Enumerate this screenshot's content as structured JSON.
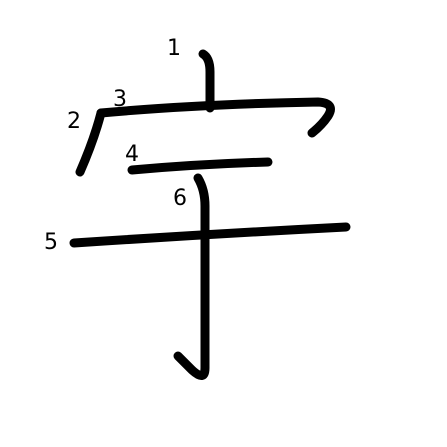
{
  "character": {
    "glyph": "宇",
    "stroke_color": "#000000",
    "background_color": "#ffffff",
    "strokes": [
      {
        "order": "1",
        "label": "1"
      },
      {
        "order": "2",
        "label": "2"
      },
      {
        "order": "3",
        "label": "3"
      },
      {
        "order": "4",
        "label": "4"
      },
      {
        "order": "5",
        "label": "5"
      },
      {
        "order": "6",
        "label": "6"
      }
    ]
  }
}
